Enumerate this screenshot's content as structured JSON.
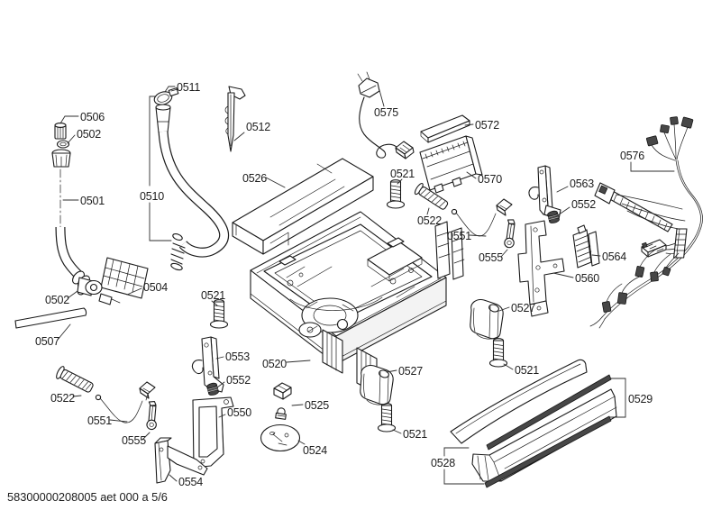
{
  "diagram": {
    "kind": "exploded-parts-diagram",
    "background": "#ffffff",
    "line_color": "#1a1a1a",
    "footer_reference": "58300000208005 aet 000 a 5/6",
    "page_indicator": "5/6",
    "callouts": [
      {
        "label": "0511"
      },
      {
        "label": "0506"
      },
      {
        "label": "0575"
      },
      {
        "label": "0502"
      },
      {
        "label": "0572"
      },
      {
        "label": "0512"
      },
      {
        "label": "0521"
      },
      {
        "label": "0526"
      },
      {
        "label": "0570"
      },
      {
        "label": "0563"
      },
      {
        "label": "0510"
      },
      {
        "label": "0501"
      },
      {
        "label": "0576"
      },
      {
        "label": "0552"
      },
      {
        "label": "0522"
      },
      {
        "label": "0551"
      },
      {
        "label": "0555"
      },
      {
        "label": "0564"
      },
      {
        "label": "0560"
      },
      {
        "label": "0521"
      },
      {
        "label": "0504"
      },
      {
        "label": "0502"
      },
      {
        "label": "0527"
      },
      {
        "label": "0507"
      },
      {
        "label": "0553"
      },
      {
        "label": "0520"
      },
      {
        "label": "0527"
      },
      {
        "label": "0521"
      },
      {
        "label": "0552"
      },
      {
        "label": "0522"
      },
      {
        "label": "0529"
      },
      {
        "label": "0550"
      },
      {
        "label": "0525"
      },
      {
        "label": "0551"
      },
      {
        "label": "0521"
      },
      {
        "label": "0555"
      },
      {
        "label": "0524"
      },
      {
        "label": "0528"
      },
      {
        "label": "0554"
      }
    ]
  }
}
